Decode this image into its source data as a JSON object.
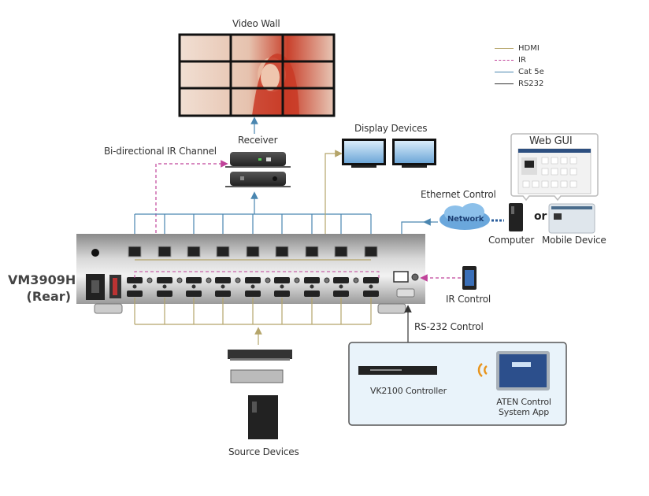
{
  "legend": [
    {
      "label": "HDMI",
      "color": "#b5a56a",
      "style": "solid"
    },
    {
      "label": "IR",
      "color": "#c0439a",
      "style": "dashed"
    },
    {
      "label": "Cat 5e",
      "color": "#4a86b0",
      "style": "solid"
    },
    {
      "label": "RS232",
      "color": "#333333",
      "style": "solid"
    }
  ],
  "labels": {
    "video_wall": "Video Wall",
    "receiver": "Receiver",
    "ir_channel": "Bi-directional IR Channel",
    "display_devices": "Display Devices",
    "web_gui": "Web GUI",
    "ethernet_control": "Ethernet Control",
    "network": "Network",
    "or": "or",
    "computer": "Computer",
    "mobile_device": "Mobile Device",
    "device_model": "VM3909H",
    "device_view": "(Rear)",
    "ir_control": "IR Control",
    "rs232_control": "RS-232 Control",
    "vk2100": "VK2100 Controller",
    "aten_app_line1": "ATEN Control",
    "aten_app_line2": "System App",
    "source_devices": "Source Devices"
  },
  "device": {
    "hdbaset_ports": 9,
    "hdmi_inputs": 9,
    "hdmi_outputs": 9
  }
}
